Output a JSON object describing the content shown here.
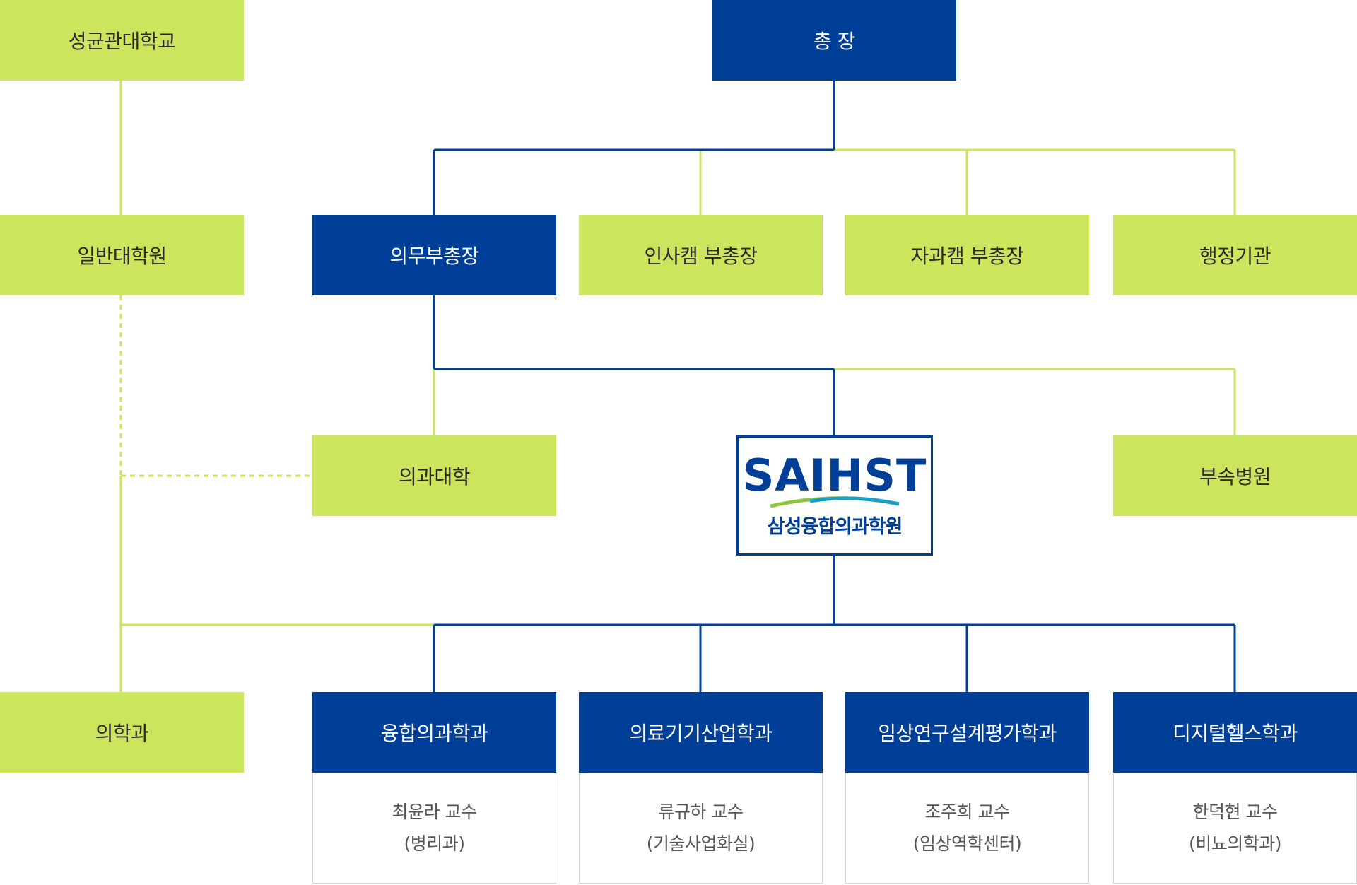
{
  "colors": {
    "green": "#cbe55c",
    "blue": "#003f98",
    "line_green": "#cbe55c",
    "line_blue": "#003f98"
  },
  "nodes": {
    "skku": "성균관대학교",
    "president": "총 장",
    "grad_school": "일반대학원",
    "vp_medical": "의무부총장",
    "vp_humanities": "인사캠 부총장",
    "vp_natural": "자과캠 부총장",
    "admin": "행정기관",
    "medical_college": "의과대학",
    "hospital": "부속병원",
    "medicine_dept": "의학과"
  },
  "logo": {
    "wordmark": "SAIHST",
    "subtitle": "삼성융합의과학원"
  },
  "departments": [
    {
      "name": "융합의과학과",
      "professor": "최윤라 교수",
      "affiliation": "(병리과)"
    },
    {
      "name": "의료기기산업학과",
      "professor": "류규하 교수",
      "affiliation": "(기술사업화실)"
    },
    {
      "name": "임상연구설계평가학과",
      "professor": "조주희 교수",
      "affiliation": "(임상역학센터)"
    },
    {
      "name": "디지털헬스학과",
      "professor": "한덕현 교수",
      "affiliation": "(비뇨의학과)"
    }
  ]
}
